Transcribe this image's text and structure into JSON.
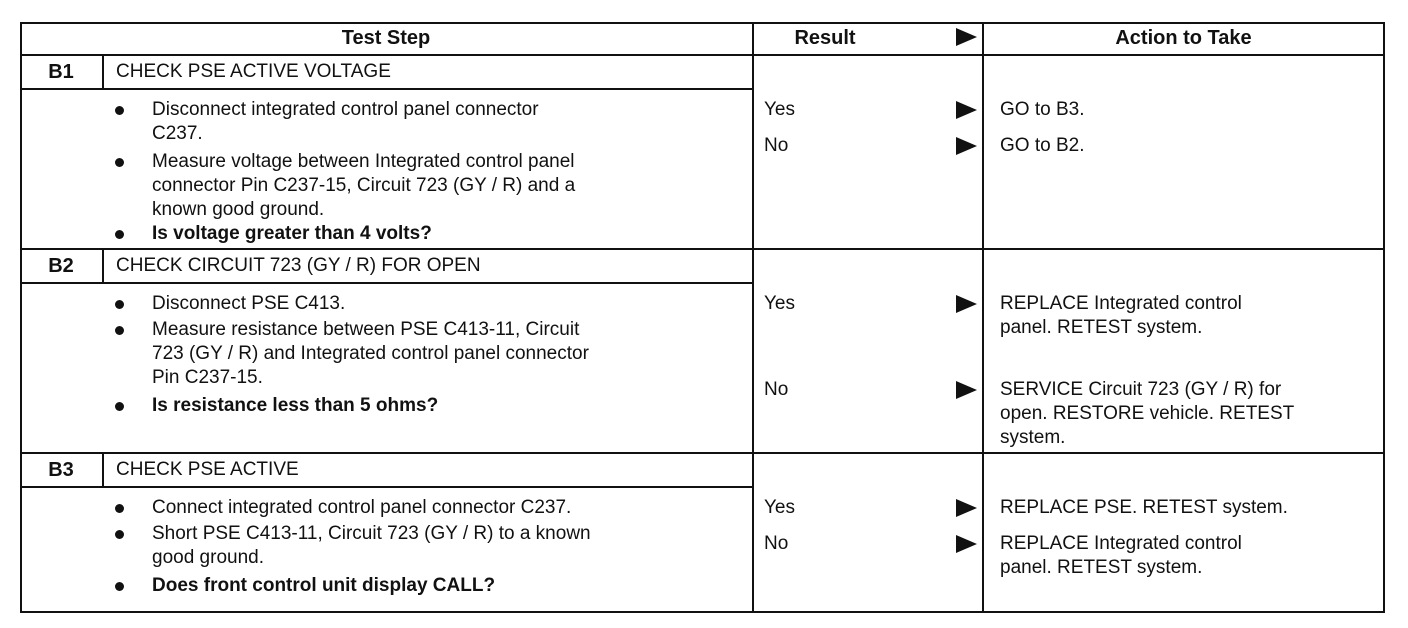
{
  "headers": {
    "test_step": "Test Step",
    "result": "Result",
    "action": "Action to Take"
  },
  "steps": [
    {
      "id": "B1",
      "title": "CHECK PSE ACTIVE VOLTAGE",
      "bullets": [
        {
          "lines": [
            "Disconnect integrated control panel connector",
            "C237."
          ],
          "bold": false
        },
        {
          "lines": [
            "Measure voltage between Integrated control panel",
            "connector Pin C237-15, Circuit 723 (GY / R) and a",
            "known good ground."
          ],
          "bold": false
        },
        {
          "lines": [
            "Is voltage greater than 4 volts?"
          ],
          "bold": true
        }
      ],
      "results": [
        {
          "result": "Yes",
          "action": [
            "GO to B3."
          ]
        },
        {
          "result": "No",
          "action": [
            "GO to B2."
          ]
        }
      ]
    },
    {
      "id": "B2",
      "title": "CHECK CIRCUIT 723 (GY / R) FOR OPEN",
      "bullets": [
        {
          "lines": [
            "Disconnect PSE C413."
          ],
          "bold": false
        },
        {
          "lines": [
            "Measure resistance between PSE C413-11, Circuit",
            "723 (GY / R) and Integrated control panel connector",
            "Pin C237-15."
          ],
          "bold": false
        },
        {
          "lines": [
            "Is resistance less than 5 ohms?"
          ],
          "bold": true
        }
      ],
      "results": [
        {
          "result": "Yes",
          "action": [
            "REPLACE Integrated control",
            "panel. RETEST system."
          ]
        },
        {
          "result": "No",
          "action": [
            "SERVICE Circuit 723 (GY / R) for",
            "open. RESTORE vehicle. RETEST",
            "system."
          ]
        }
      ]
    },
    {
      "id": "B3",
      "title": "CHECK PSE ACTIVE",
      "bullets": [
        {
          "lines": [
            "Connect integrated control panel connector C237."
          ],
          "bold": false
        },
        {
          "lines": [
            "Short PSE C413-11, Circuit 723 (GY / R) to a known",
            "good ground."
          ],
          "bold": false
        },
        {
          "lines": [
            "Does front control unit display CALL?"
          ],
          "bold": true
        }
      ],
      "results": [
        {
          "result": "Yes",
          "action": [
            "REPLACE PSE. RETEST system."
          ]
        },
        {
          "result": "No",
          "action": [
            "REPLACE Integrated control",
            "panel. RETEST system."
          ]
        }
      ]
    }
  ]
}
